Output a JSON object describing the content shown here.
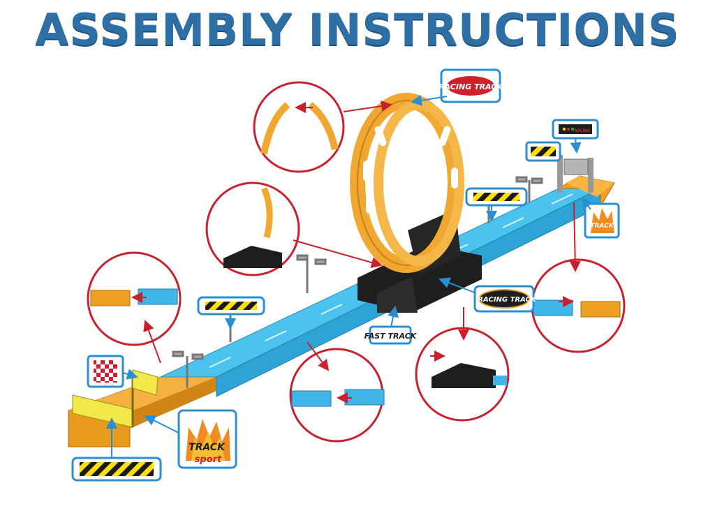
{
  "title": "ASSEMBLY INSTRUCTIONS",
  "stickers": {
    "racing_track": "RACING TRACK",
    "fast_track": "FAST TRACK",
    "track_sport_word1": "TRACK",
    "track_sport_word2": "sport",
    "racing_small": "RACING"
  },
  "colors": {
    "title": "#2e6fa6",
    "track_blue": "#3fb6e8",
    "track_orange": "#f0a020",
    "loop_orange": "#f0a830",
    "base_black": "#1e1e1e",
    "callout_red": "#c8202e",
    "sticker_yellow": "#ffe000",
    "flag_yellow": "#f2e84a"
  }
}
